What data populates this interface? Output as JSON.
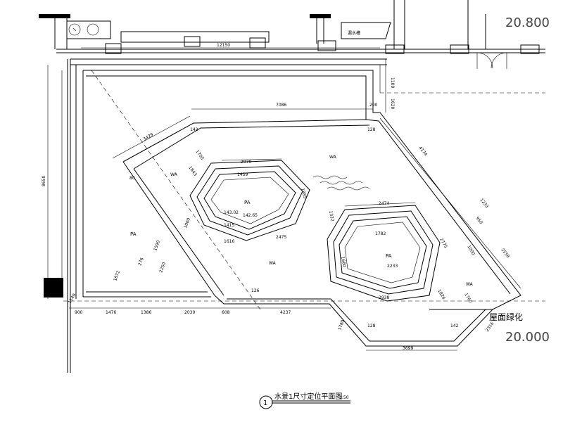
{
  "elevations": {
    "top": "20.800",
    "bottom": "20.000"
  },
  "drawing_title": {
    "number": "1",
    "text": "水景1尺寸定位平面图",
    "scale": "1:50"
  },
  "labels": {
    "roof_green": "屋面绿化",
    "pa_left": "PA",
    "pa_pond1": "PA",
    "pa_pond2": "PA",
    "wa_top": "WA",
    "wa_left": "WA",
    "wa_mid": "WA",
    "wa_right": "WA",
    "top_tag": "漏水槽"
  },
  "dims": {
    "top_width": "12150",
    "left_height": "8650",
    "right_1100": "1100",
    "right_1620": "1620",
    "long_7086": "7086",
    "d200": "200",
    "d3429": "3429",
    "d142": "142",
    "d1700": "1700",
    "d1843": "1843",
    "d80": "80",
    "d4174": "4174",
    "d1233": "1233",
    "d950": "950",
    "d2558": "2558",
    "d2775": "2775",
    "d1000": "1000",
    "d128": "128",
    "d2970": "2970",
    "d1459": "1459",
    "d1885": "1885",
    "d1415": "1415",
    "d1616": "1616",
    "d2475": "2475",
    "d14302": "143.02",
    "d14265": "142.65",
    "d2474": "2474",
    "d1782": "1782",
    "d1322": "1322",
    "d1660": "1660",
    "d2233": "2233",
    "d2938": "2938",
    "d1826": "1826",
    "d1760": "1760",
    "d3699": "3699",
    "d128b": "128",
    "d142b": "142",
    "d2316": "2316",
    "d1780": "1780",
    "d276": "276",
    "d1872": "1872",
    "d2250": "2250",
    "d1590": "1590",
    "d1000b": "1000",
    "d126": "126",
    "bottom_chain": [
      "900",
      "1476",
      "1386",
      "2030",
      "608",
      "4237"
    ],
    "d1149": "1149"
  }
}
